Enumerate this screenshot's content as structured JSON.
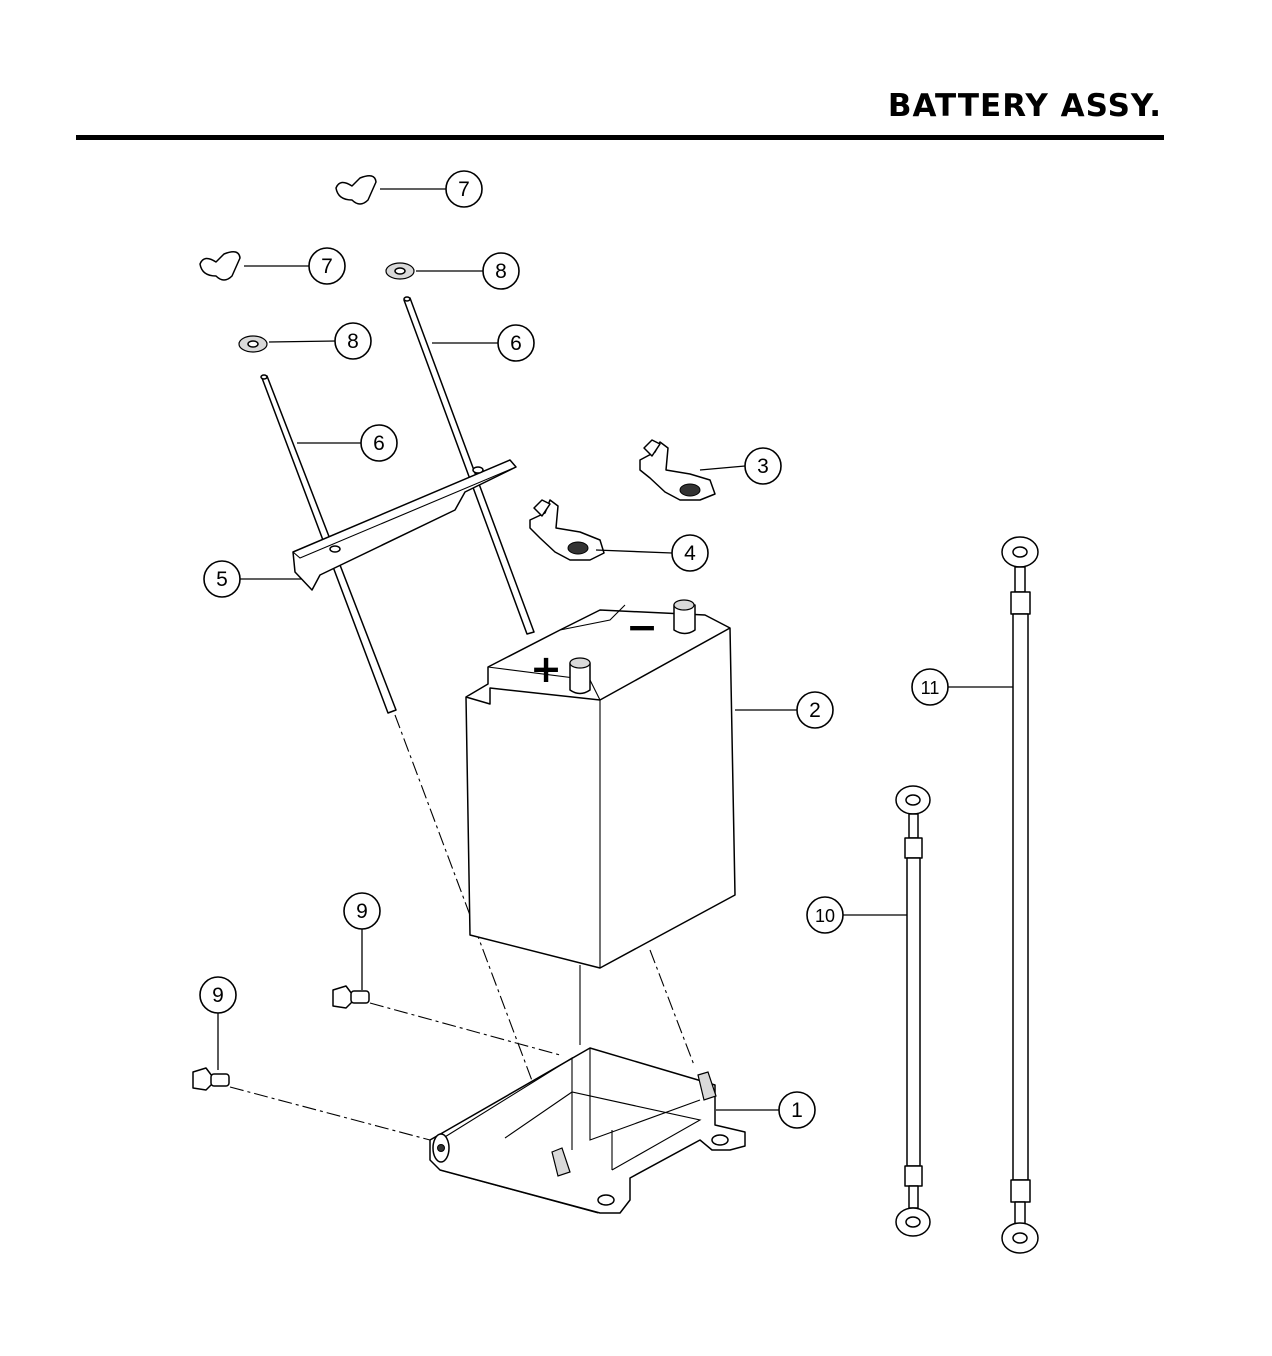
{
  "title": "BATTERY ASSY.",
  "callouts": {
    "tray": "1",
    "battery": "2",
    "terminal_negative": "3",
    "terminal_positive": "4",
    "hold_down_bracket": "5",
    "rod_left": "6",
    "rod_right": "6",
    "wing_nut_top": "7",
    "wing_nut_left": "7",
    "washer_left": "8",
    "washer_right": "8",
    "bolt_upper": "9",
    "bolt_lower": "9",
    "cable_short": "10",
    "cable_long": "11"
  },
  "battery_marks": {
    "positive": "+",
    "negative": "−"
  }
}
